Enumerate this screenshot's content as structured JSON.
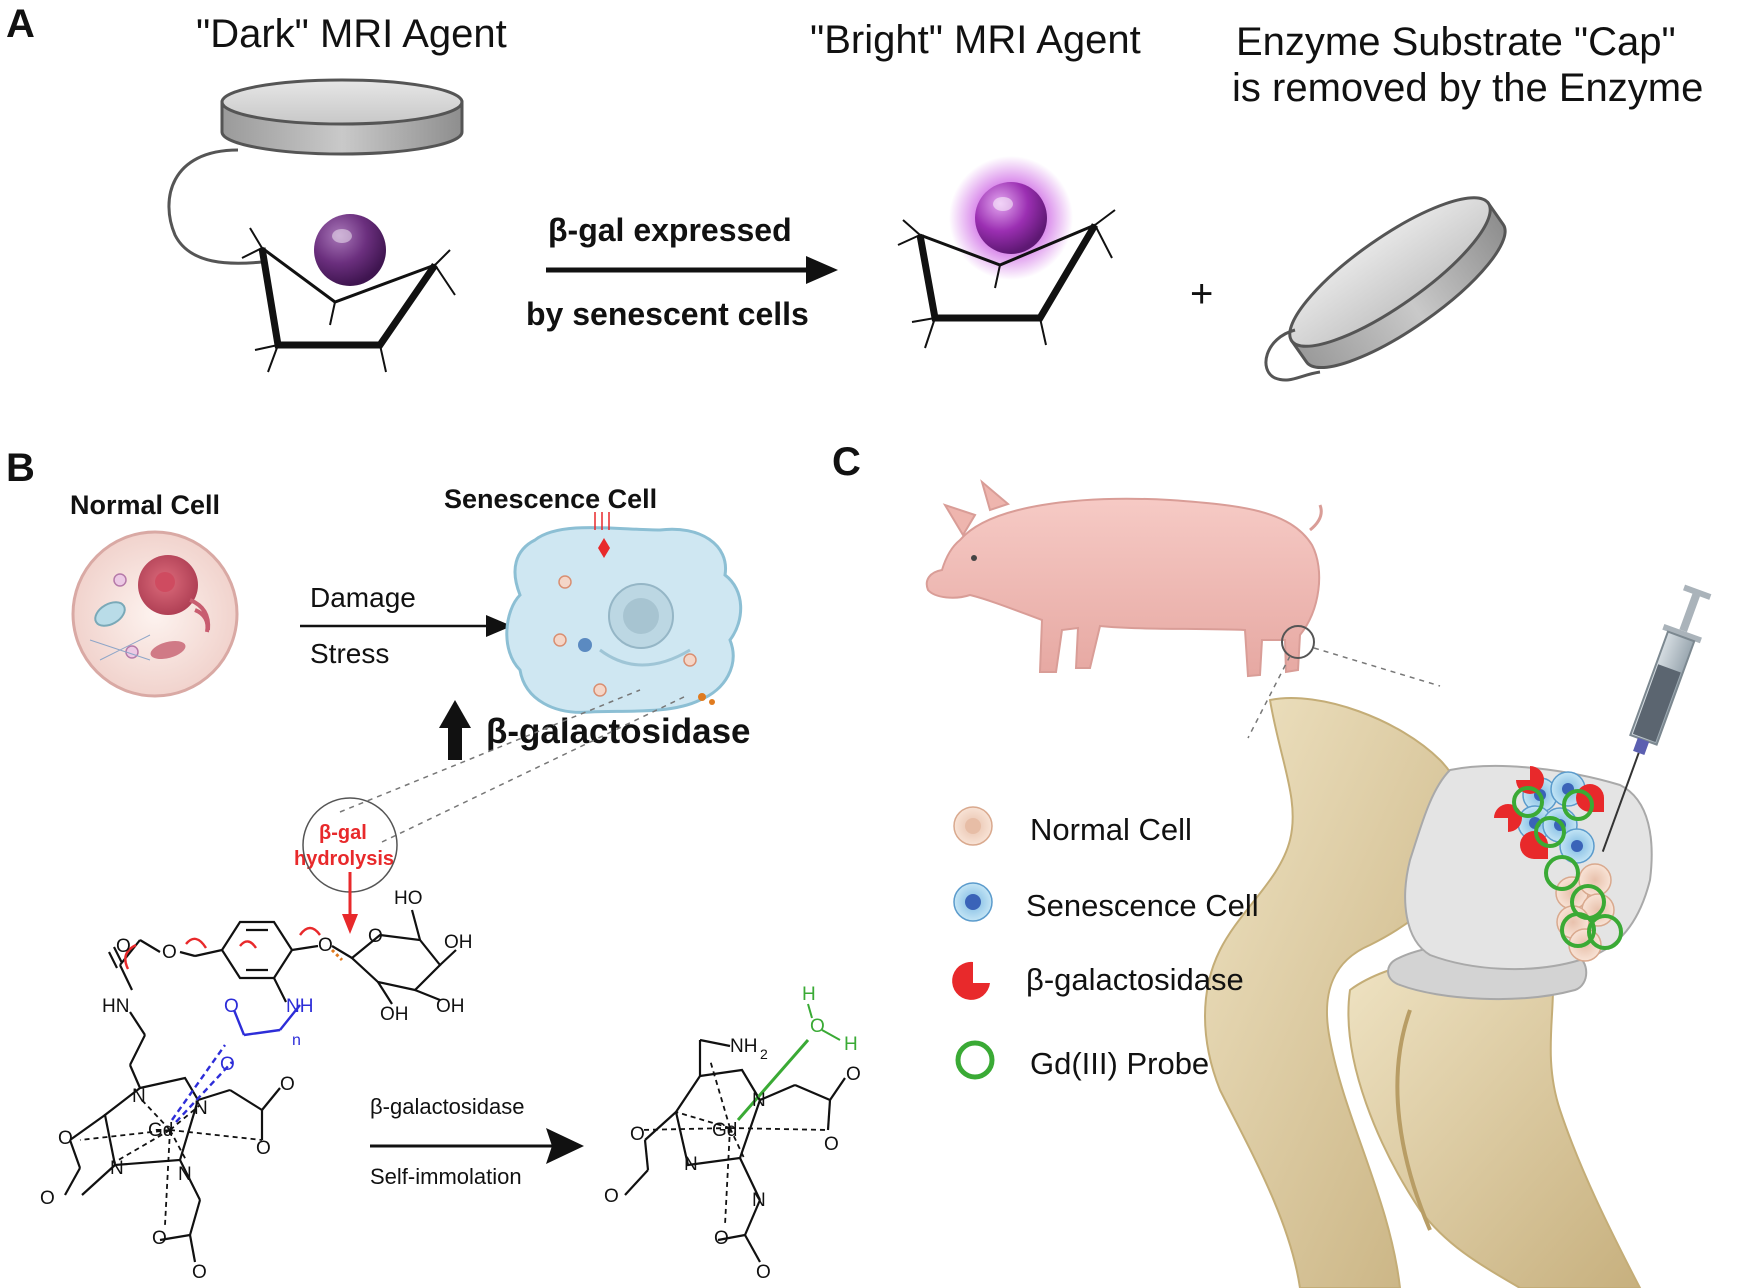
{
  "panels": {
    "a": {
      "letter": "A",
      "dark_agent_label": "\"Dark\" MRI Agent",
      "bright_agent_label": "\"Bright\" MRI Agent",
      "cap_label_line1": "Enzyme Substrate \"Cap\"",
      "cap_label_line2": "is removed by the Enzyme",
      "arrow_label_top": "β-gal expressed",
      "arrow_label_bottom": "by senescent cells",
      "plus": "+"
    },
    "b": {
      "letter": "B",
      "normal_cell_label": "Normal Cell",
      "senescence_cell_label": "Senescence Cell",
      "damage_label": "Damage",
      "stress_label": "Stress",
      "up_label": "β-galactosidase",
      "hydrolysis_line1": "β-gal",
      "hydrolysis_line2": "hydrolysis",
      "reaction_top": "β-galactosidase",
      "reaction_bottom": "Self-immolation",
      "chem_atoms": {
        "ho": "HO",
        "oh1": "OH",
        "oh2": "OH",
        "oh3": "OH",
        "o_ring": "O",
        "o_link": "O",
        "hn": "HN",
        "nh": "NH",
        "n_sub": "n",
        "o_carb1": "O",
        "o_carb2": "O",
        "o_blue1": "O",
        "o_blue2": "O",
        "gd": "Gd",
        "n1": "N",
        "n2": "N",
        "n3": "N",
        "n4": "N",
        "o1": "O",
        "o2": "O",
        "o3": "O",
        "o4": "O",
        "o5": "O",
        "o6": "O",
        "gd_p": "Gd",
        "nh2": "NH",
        "nh2_sub": "2",
        "h_top": "H",
        "o_water": "O",
        "h_right": "H",
        "pn1": "N",
        "pn2": "N",
        "pn3": "N",
        "po1": "O",
        "po2": "O",
        "po3": "O",
        "po4": "O",
        "po5": "O",
        "po6": "O"
      }
    },
    "c": {
      "letter": "C",
      "legend": [
        {
          "label": "Normal Cell",
          "icon": "normal-cell-icon"
        },
        {
          "label": "Senescence Cell",
          "icon": "senescence-cell-icon"
        },
        {
          "label": "β-galactosidase",
          "icon": "enzyme-icon"
        },
        {
          "label": "Gd(III) Probe",
          "icon": "probe-ring-icon"
        }
      ]
    }
  },
  "colors": {
    "purple_dark": "#6b2f7e",
    "purple_bright": "#9b2fb2",
    "red": "#e8292b",
    "blue": "#2d2dd8",
    "green": "#3aaa35",
    "orange": "#e07b1f",
    "pig": "#efb9b4",
    "bone": "#d9c9a0"
  }
}
